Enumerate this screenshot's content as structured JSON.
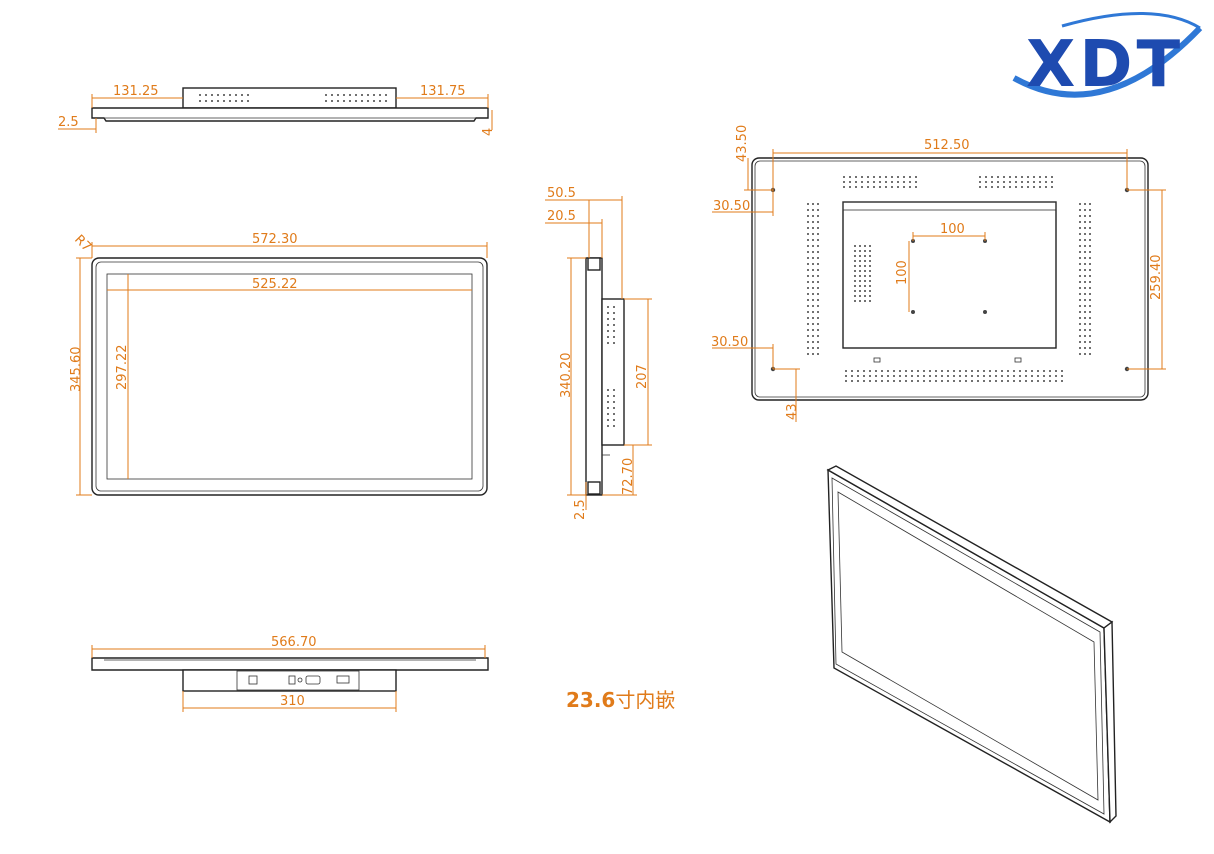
{
  "logo": {
    "text": "XDT",
    "color": "#1e4bb0",
    "arc_color": "#2f78d6"
  },
  "caption": {
    "size": "23.6",
    "label": "寸内嵌"
  },
  "dimensions": {
    "top_left": "131.25",
    "top_right": "131.75",
    "top_thickness": "2.5",
    "top_edge": "4",
    "front_width": "572.30",
    "front_inner_width": "525.22",
    "front_height": "345.60",
    "front_inner_height": "297.22",
    "front_radius": "R7",
    "side_depth": "50.5",
    "side_front": "20.5",
    "side_height": "340.20",
    "side_bracket": "207",
    "side_bottom": "72.70",
    "side_lip": "2.5",
    "back_width": "512.50",
    "back_top_offset": "43.50",
    "back_left_top": "30.50",
    "back_left_bottom": "30.50",
    "back_bottom": "43",
    "back_height": "259.40",
    "vesa_w": "100",
    "vesa_h": "100",
    "bottom_width": "566.70",
    "bottom_box": "310"
  },
  "colors": {
    "dimension": "#e07b1a",
    "line": "#222222"
  }
}
